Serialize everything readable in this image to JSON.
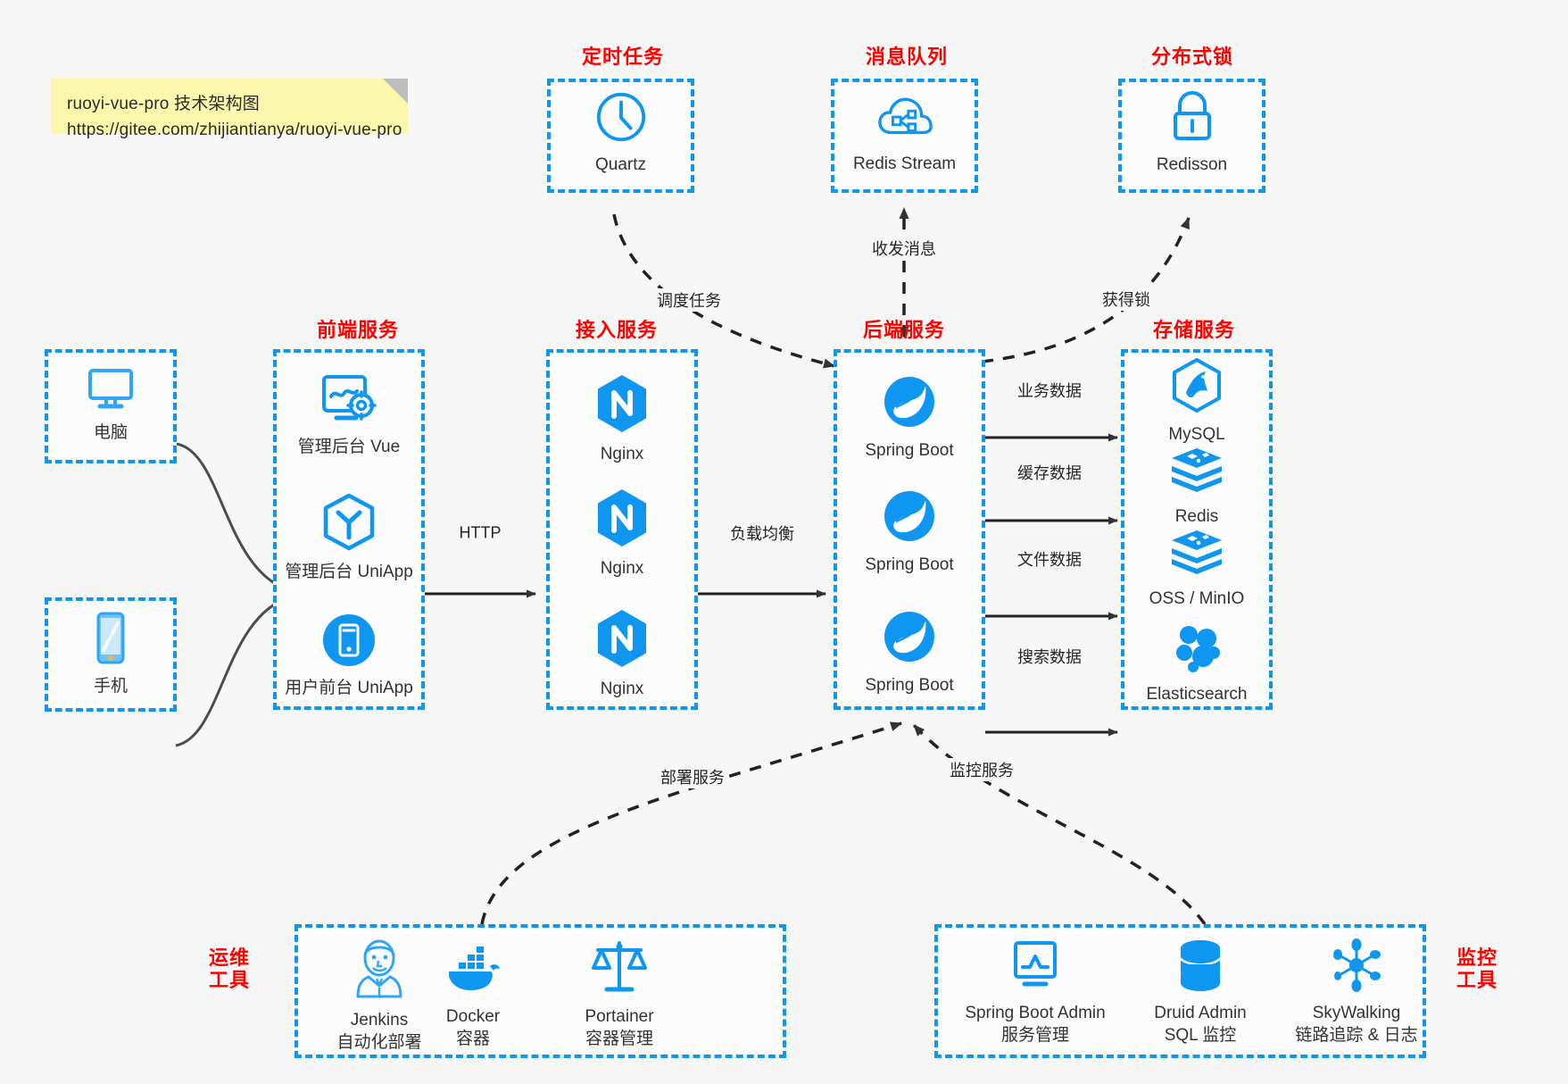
{
  "diagram": {
    "background": "#f7f7f7",
    "accent_blue": "#0e96f0",
    "title_red": "#ff0000",
    "note": {
      "line1": "ruoyi-vue-pro 技术架构图",
      "line2": "https://gitee.com/zhijiantianya/ruoyi-vue-pro"
    },
    "groups": {
      "scheduled_task": "定时任务",
      "message_queue": "消息队列",
      "distributed_lock": "分布式锁",
      "frontend_service": "前端服务",
      "access_service": "接入服务",
      "backend_service": "后端服务",
      "storage_service": "存储服务",
      "ops_tools_l1": "运维",
      "ops_tools_l2": "工具",
      "monitor_tools_l1": "监控",
      "monitor_tools_l2": "工具"
    },
    "nodes": {
      "quartz": {
        "label": "Quartz",
        "icon": "clock-icon"
      },
      "redis_stream": {
        "label": "Redis Stream",
        "icon": "cloud-network-icon"
      },
      "redisson": {
        "label": "Redisson",
        "icon": "lock-icon"
      },
      "pc": {
        "label": "电脑",
        "icon": "desktop-monitor-icon"
      },
      "phone": {
        "label": "手机",
        "icon": "mobile-phone-icon"
      },
      "admin_vue": {
        "label": "管理后台 Vue",
        "icon": "dashboard-gear-icon"
      },
      "admin_uniapp": {
        "label": "管理后台 UniApp",
        "icon": "uniapp-hexagon-icon"
      },
      "user_uniapp": {
        "label": "用户前台 UniApp",
        "icon": "mobile-circle-icon"
      },
      "nginx1": {
        "label": "Nginx",
        "icon": "nginx-icon"
      },
      "nginx2": {
        "label": "Nginx",
        "icon": "nginx-icon"
      },
      "nginx3": {
        "label": "Nginx",
        "icon": "nginx-icon"
      },
      "springboot1": {
        "label": "Spring Boot",
        "icon": "spring-leaf-icon"
      },
      "springboot2": {
        "label": "Spring Boot",
        "icon": "spring-leaf-icon"
      },
      "springboot3": {
        "label": "Spring Boot",
        "icon": "spring-leaf-icon"
      },
      "mysql": {
        "label": "MySQL",
        "icon": "mysql-dolphin-icon"
      },
      "redis": {
        "label": "Redis",
        "icon": "redis-stack-icon"
      },
      "oss_minio": {
        "label": "OSS / MinIO",
        "icon": "redis-stack-icon"
      },
      "elasticsearch": {
        "label": "Elasticsearch",
        "icon": "elasticsearch-icon"
      },
      "jenkins": {
        "label": "Jenkins",
        "sublabel": "自动化部署",
        "icon": "jenkins-butler-icon"
      },
      "docker": {
        "label": "Docker",
        "sublabel": "容器",
        "icon": "docker-whale-icon"
      },
      "portainer": {
        "label": "Portainer",
        "sublabel": "容器管理",
        "icon": "scales-icon"
      },
      "spring_boot_admin": {
        "label": "Spring Boot Admin",
        "sublabel": "服务管理",
        "icon": "monitor-chart-icon"
      },
      "druid_admin": {
        "label": "Druid Admin",
        "sublabel": "SQL 监控",
        "icon": "database-icon"
      },
      "skywalking": {
        "label": "SkyWalking",
        "sublabel": "链路追踪 & 日志",
        "icon": "skywalking-node-icon"
      }
    },
    "edge_labels": {
      "schedule_task": "调度任务",
      "send_receive_message": "收发消息",
      "acquire_lock": "获得锁",
      "http": "HTTP",
      "load_balance": "负载均衡",
      "business_data": "业务数据",
      "cache_data": "缓存数据",
      "file_data": "文件数据",
      "search_data": "搜索数据",
      "deploy_service": "部署服务",
      "monitor_service": "监控服务"
    }
  }
}
